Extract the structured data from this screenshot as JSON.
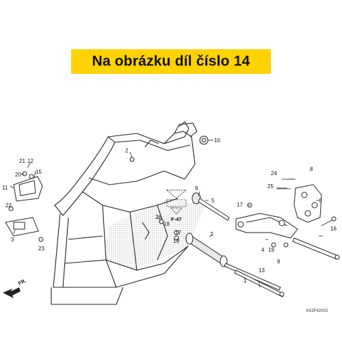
{
  "banner": {
    "text": "Na obrázku díl číslo 14",
    "color": "#ffd200"
  },
  "diagram": {
    "code": "K53F42003",
    "reference_label": "F-47",
    "direction_label": "FR.",
    "callouts": [
      "1",
      "2",
      "3",
      "4",
      "5",
      "6",
      "7",
      "8",
      "9",
      "9",
      "10",
      "11",
      "12",
      "13",
      "15",
      "16",
      "17",
      "17",
      "18",
      "19",
      "19",
      "20",
      "21",
      "22",
      "23",
      "24",
      "25",
      "26"
    ]
  }
}
